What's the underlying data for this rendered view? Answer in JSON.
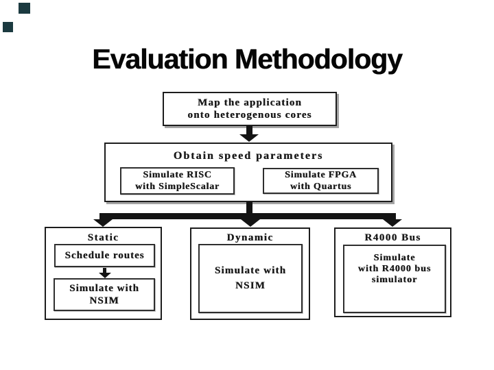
{
  "slide": {
    "title": "Evaluation Methodology"
  },
  "flowchart": {
    "map_box": {
      "line1": "Map the application",
      "line2": "onto heterogenous cores"
    },
    "obtain_box": {
      "title": "Obtain speed parameters",
      "risc_box": {
        "line1": "Simulate RISC",
        "line2": "with SimpleScalar"
      },
      "fpga_box": {
        "line1": "Simulate FPGA",
        "line2": "with Quartus"
      }
    },
    "static_branch": {
      "title": "Static",
      "schedule_box": {
        "line1": "Schedule routes"
      },
      "nsim_box": {
        "line1": "Simulate with",
        "line2": "NSIM"
      }
    },
    "dynamic_branch": {
      "title": "Dynamic",
      "nsim_box": {
        "line1": "Simulate with",
        "line2": "NSIM"
      }
    },
    "bus_branch": {
      "title": "R4000 Bus",
      "simulator_box": {
        "line1": "Simulate",
        "line2": "with R4000 bus",
        "line3": "simulator"
      }
    }
  },
  "colors": {
    "background": "#ffffff",
    "ink": "#1a1a1a",
    "scan_shadow": "#8a8a8a",
    "corner_accent": "#1b3a40"
  }
}
